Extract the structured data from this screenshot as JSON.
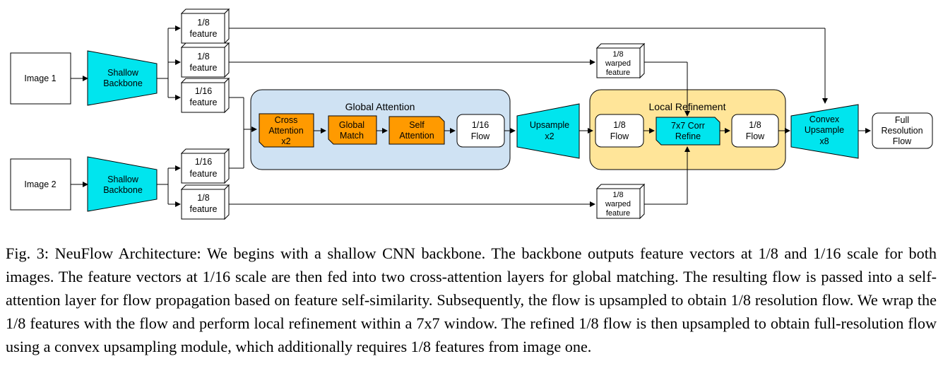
{
  "diagram": {
    "image1": "Image 1",
    "image2": "Image 2",
    "backbone1": [
      "Shallow",
      "Backbone"
    ],
    "backbone2": [
      "Shallow",
      "Backbone"
    ],
    "feat_top_a": [
      "1/8",
      "feature"
    ],
    "feat_top_b": [
      "1/8",
      "feature"
    ],
    "feat_top_c": [
      "1/16",
      "feature"
    ],
    "feat_bot_a": [
      "1/16",
      "feature"
    ],
    "feat_bot_b": [
      "1/8",
      "feature"
    ],
    "global_attention": {
      "title": "Global Attention",
      "cross": [
        "Cross",
        "Attention",
        "x2"
      ],
      "match": [
        "Global",
        "Match"
      ],
      "self": [
        "Self",
        "Attention"
      ],
      "flow": [
        "1/16",
        "Flow"
      ]
    },
    "upsample2": [
      "Upsample",
      "x2"
    ],
    "warped_top": [
      "1/8",
      "warped",
      "feature"
    ],
    "warped_bot": [
      "1/8",
      "warped",
      "feature"
    ],
    "local_refinement": {
      "title": "Local Refinement",
      "flow_in": [
        "1/8",
        "Flow"
      ],
      "corr": [
        "7x7 Corr",
        "Refine"
      ],
      "flow_out": [
        "1/8",
        "Flow"
      ]
    },
    "convex": [
      "Convex",
      "Upsample",
      "x8"
    ],
    "full_flow": [
      "Full",
      "Resolution",
      "Flow"
    ],
    "colors": {
      "cyan": "#00e5ee",
      "orange": "#ff9a00",
      "global_bg": "#cfe2f3",
      "local_bg": "#ffe599"
    }
  },
  "caption": "Fig. 3: NeuFlow Architecture: We begins with a shallow CNN backbone. The backbone outputs feature vectors at 1/8 and 1/16 scale for both images. The feature vectors at 1/16 scale are then fed into two cross-attention layers for global matching. The resulting flow is passed into a self-attention layer for flow propagation based on feature self-similarity. Subsequently, the flow is upsampled to obtain 1/8 resolution flow. We wrap the 1/8 features with the flow and perform local refinement within a 7x7 window. The refined 1/8 flow is then upsampled to obtain full-resolution flow using a convex upsampling module, which additionally requires 1/8 features from image one."
}
